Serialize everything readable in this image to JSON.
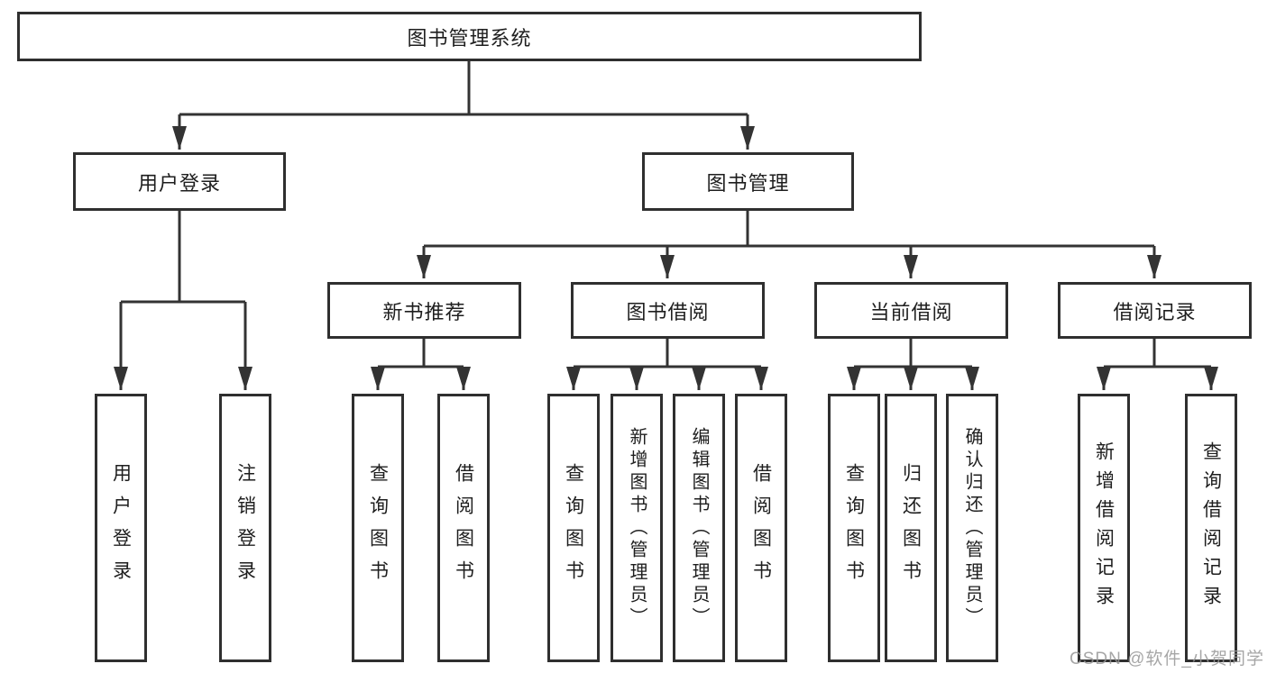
{
  "title": "图书管理系统",
  "watermark": "CSDN @软件_小贺同学",
  "colors": {
    "line": "#333333",
    "box_border": "#2f2f2f",
    "text": "#1e1e1e",
    "watermark": "#969696",
    "background": "#ffffff"
  },
  "root": {
    "label": "图书管理系统"
  },
  "level2": [
    {
      "label": "用户登录",
      "parent": "图书管理系统"
    },
    {
      "label": "图书管理",
      "parent": "图书管理系统"
    }
  ],
  "level3": [
    {
      "label": "新书推荐",
      "parent": "图书管理"
    },
    {
      "label": "图书借阅",
      "parent": "图书管理"
    },
    {
      "label": "当前借阅",
      "parent": "图书管理"
    },
    {
      "label": "借阅记录",
      "parent": "图书管理"
    }
  ],
  "leaves": [
    {
      "label": "用户登录",
      "parent": "用户登录"
    },
    {
      "label": "注销登录",
      "parent": "用户登录"
    },
    {
      "label": "查询图书",
      "parent": "新书推荐"
    },
    {
      "label": "借阅图书",
      "parent": "新书推荐"
    },
    {
      "label": "查询图书",
      "parent": "图书借阅"
    },
    {
      "label": "新增图书（管理员）",
      "parent": "图书借阅"
    },
    {
      "label": "编辑图书（管理员）",
      "parent": "图书借阅"
    },
    {
      "label": "借阅图书",
      "parent": "图书借阅"
    },
    {
      "label": "查询图书",
      "parent": "当前借阅"
    },
    {
      "label": "归还图书",
      "parent": "当前借阅"
    },
    {
      "label": "确认归还（管理员）",
      "parent": "当前借阅"
    },
    {
      "label": "新增借阅记录",
      "parent": "借阅记录"
    },
    {
      "label": "查询借阅记录",
      "parent": "借阅记录"
    }
  ]
}
